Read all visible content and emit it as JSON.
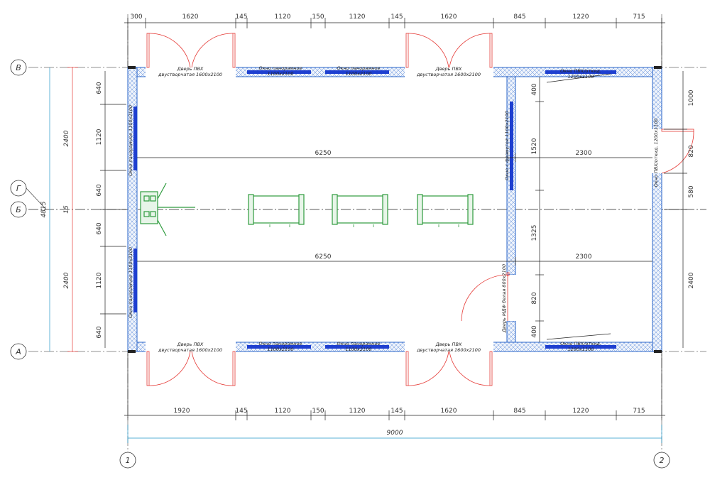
{
  "colors": {
    "wall_stroke": "#2a64c8",
    "window": "#1e3fd0",
    "door": "#e53935",
    "dim_cyan": "#2196c9",
    "furniture": "#2e9b3e"
  },
  "top_dims": [
    "300",
    "1620",
    "145",
    "1120",
    "150",
    "1120",
    "145",
    "1620",
    "845",
    "1220",
    "715"
  ],
  "bottom_dims": [
    "1920",
    "145",
    "1120",
    "150",
    "1120",
    "145",
    "1620",
    "845",
    "1220",
    "715"
  ],
  "overall_width": "9000",
  "axis_labels": {
    "v": "В",
    "g": "Г",
    "b": "Б",
    "a": "А",
    "n1": "1",
    "n2": "2"
  },
  "left_dims": [
    "640",
    "1120",
    "640",
    "640",
    "1120",
    "640"
  ],
  "left_totals": {
    "red_top": "2400",
    "red_mid": "15",
    "red_bottom": "2400",
    "cyan": "4815"
  },
  "right_dims": {
    "d1000": "1000",
    "d820": "820",
    "d580": "580",
    "d2400": "2400"
  },
  "inner_dims": {
    "len_top": "6250",
    "len_bottom": "6250",
    "room_top": "2300",
    "room_bottom": "2300",
    "d400a": "400",
    "d1520": "1520",
    "d1325": "1325",
    "d820": "820",
    "d400b": "400"
  },
  "labels": {
    "door_pvc": "Дверь ПВХ",
    "door_size": "двустворчатая 1600х2100",
    "win_pan": "Окно панорамное",
    "win_pan_size": "1100х2100",
    "win_pvc": "Окно ПВХ/откид.",
    "win_pvc_size": "1200х1100",
    "win_side_pan": "Окно панорамное 1100х2100",
    "win_fix": "Окно с фрамугой 1100х2100",
    "win_right_pvc": "Окно ПВХ/откид. 1200х1100",
    "door_mdf": "Дверь МДФ белая 800х2100"
  }
}
